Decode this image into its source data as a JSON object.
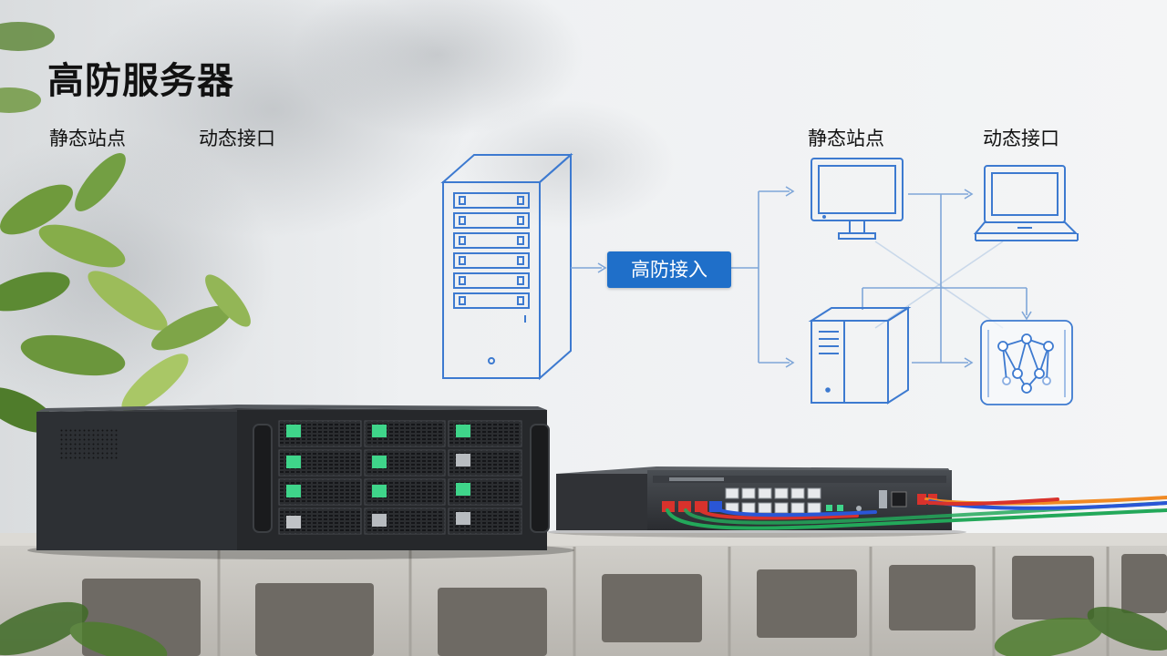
{
  "title": "高防服务器",
  "labels": {
    "left_1": "静态站点",
    "left_2": "动态接口",
    "right_1": "静态站点",
    "right_2": "动态接口"
  },
  "diagram": {
    "access_node": "高防接入",
    "icons": [
      "server-tower-icon",
      "monitor-icon",
      "laptop-icon",
      "server-box-icon",
      "network-node-icon"
    ]
  },
  "colors": {
    "accent": "#1f6fc9",
    "line": "#5b8fd0",
    "drive_led": "#3fd58a",
    "cable_red": "#d8322c",
    "cable_blue": "#2a56d6",
    "cable_green": "#23a85a",
    "cable_orange": "#f08a24"
  }
}
